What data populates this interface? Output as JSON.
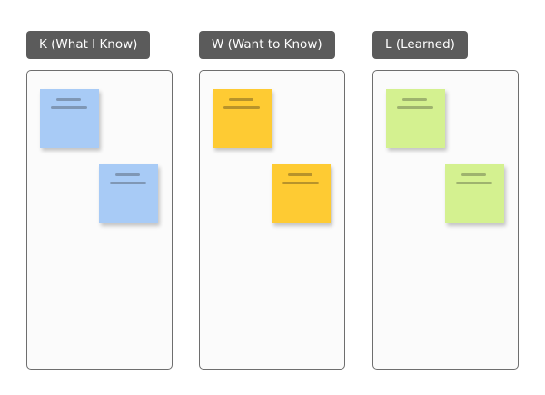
{
  "columns": [
    {
      "label": "K (What I Know)",
      "note_color": "#a8cbf6",
      "line_color": "#7f97b5",
      "note_count": 2
    },
    {
      "label": "W (Want to Know)",
      "note_color": "#fecb33",
      "line_color": "#b8932a",
      "note_count": 2
    },
    {
      "label": "L (Learned)",
      "note_color": "#d4f190",
      "line_color": "#9eb36e",
      "note_count": 2
    }
  ]
}
